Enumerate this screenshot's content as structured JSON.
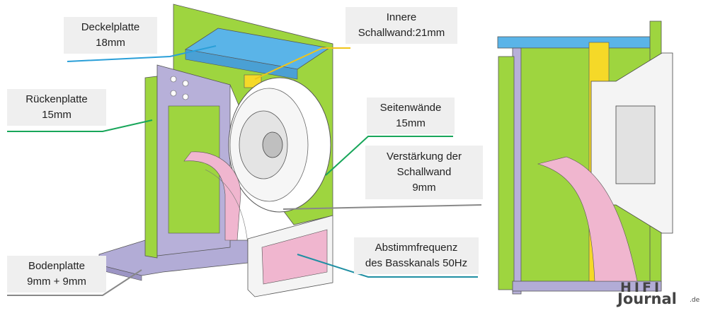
{
  "labels": {
    "deckelplatte": [
      "Deckelplatte",
      "18mm"
    ],
    "innere_schallwand": [
      "Innere",
      "Schallwand:21mm"
    ],
    "rueckenplatte": [
      "Rückenplatte",
      "15mm"
    ],
    "seitenwaende": [
      "Seitenwände",
      "15mm"
    ],
    "verstaerkung": [
      "Verstärkung der",
      "Schallwand",
      "9mm"
    ],
    "abstimmfrequenz": [
      "Abstimmfrequenz",
      "des Basskanals 50Hz"
    ],
    "bodenplatte": [
      "Bodenplatte",
      "9mm + 9mm"
    ]
  },
  "logo": {
    "hifi": "HIFI",
    "journal": "Journal",
    "suffix": ".de"
  },
  "colors": {
    "side_wall": "#9ed53f",
    "top_plate": "#5ab4e8",
    "back_plate": "#b7b0d9",
    "bottom_plate": "#b2acd6",
    "baffle_reinforcement": "#f5d928",
    "bass_channel": "#f0b6cf",
    "leader_blue": "#2a9fd8",
    "leader_yellow": "#f0c419",
    "leader_green": "#18a65a",
    "leader_teal": "#1f8fa3",
    "leader_gray": "#888888"
  }
}
